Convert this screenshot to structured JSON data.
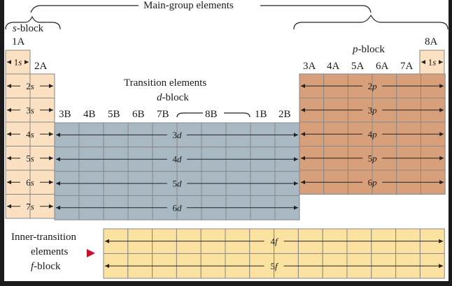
{
  "labels": {
    "main_group": "Main-group elements",
    "s_block": {
      "letter": "s",
      "suffix": "-block"
    },
    "p_block": {
      "letter": "p",
      "suffix": "-block"
    },
    "d_block": {
      "letter": "d",
      "suffix": "-block"
    },
    "f_block": {
      "letter": "f",
      "suffix": "-block"
    },
    "transition": "Transition elements",
    "inner_transition": "Inner-transition",
    "elements": "elements"
  },
  "groups": {
    "g1A": "1A",
    "g2A": "2A",
    "g3A": "3A",
    "g4A": "4A",
    "g5A": "5A",
    "g6A": "6A",
    "g7A": "7A",
    "g8A": "8A",
    "g3B": "3B",
    "g4B": "4B",
    "g5B": "5B",
    "g6B": "6B",
    "g7B": "7B",
    "g8B": "8B",
    "g1B": "1B",
    "g2B": "2B"
  },
  "colors": {
    "s_block": "#fbe1c1",
    "p_block": "#d8a07a",
    "d_block": "#a9b9c4",
    "f_block": "#fbe2a0",
    "grid_line": "#888888",
    "pointer": "#c8102e"
  },
  "orbitals": {
    "s": [
      "1s",
      "2s",
      "3s",
      "4s",
      "5s",
      "6s",
      "7s"
    ],
    "p": [
      "2p",
      "3p",
      "4p",
      "5p",
      "6p"
    ],
    "d": [
      "3d",
      "4d",
      "5d",
      "6d"
    ],
    "f": [
      "4f",
      "5f"
    ],
    "he": "1s"
  }
}
